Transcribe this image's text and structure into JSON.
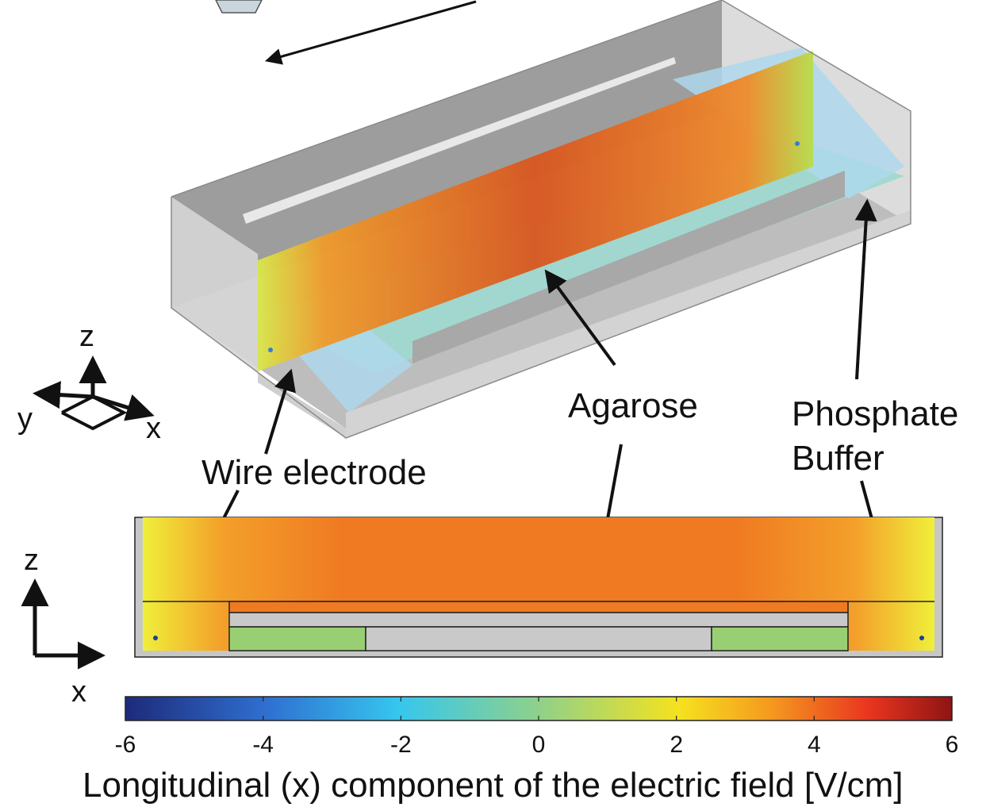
{
  "labels": {
    "agarose": "Agarose",
    "phosphate_line1": "Phosphate",
    "phosphate_line2": "Buffer",
    "wire_electrode": "Wire electrode"
  },
  "axes_3d": {
    "z": "z",
    "y": "y",
    "x": "x"
  },
  "axes_2d": {
    "z": "z",
    "x": "x"
  },
  "colorbar": {
    "ticks": [
      "-6",
      "-4",
      "-2",
      "0",
      "2",
      "4",
      "6"
    ],
    "title": "Longitudinal (x) component of the electric field [V/cm]",
    "min": -6,
    "max": 6,
    "colors": [
      "#1e2a7a",
      "#2f6fd0",
      "#36c6ee",
      "#8fd18a",
      "#e6e02a",
      "#f7a41f",
      "#e8351f",
      "#8e1414"
    ]
  },
  "colors": {
    "housing": "#c7c7c7",
    "agarose_green": "#8fcf73",
    "field_orange": "#ef7a2a",
    "field_yellow": "#e9e24a",
    "buffer_blue": "#b9dcee"
  }
}
